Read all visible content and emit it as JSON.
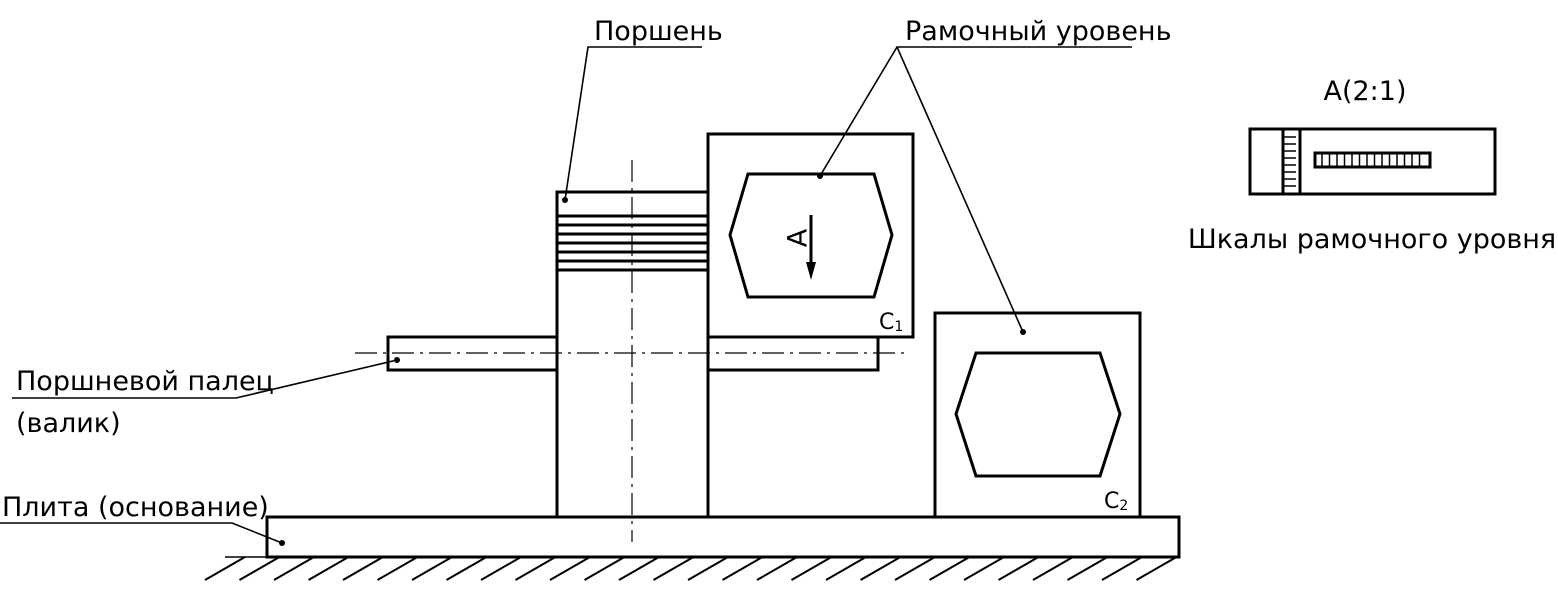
{
  "labels": {
    "piston": "Поршень",
    "frame_level": "Рамочный уровень",
    "piston_pin_line1": "Поршневой палец",
    "piston_pin_line2": "(валик)",
    "base_plate": "Плита (основание)",
    "detail_view": "А(2:1)",
    "level_scales": "Шкалы рамочного уровня",
    "view_marker": "А",
    "level1_tag": "С",
    "level1_sub": "1",
    "level2_tag": "С",
    "level2_sub": "2"
  }
}
